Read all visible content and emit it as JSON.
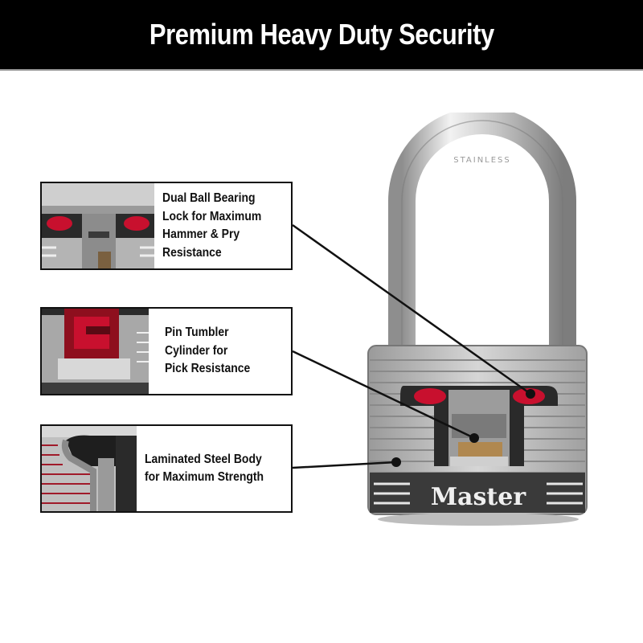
{
  "header": {
    "title": "Premium Heavy Duty Security",
    "background": "#000000",
    "text_color": "#ffffff"
  },
  "callouts": [
    {
      "id": "dual-ball-bearing",
      "text": "Dual Ball Bearing\nLock for Maximum\nHammer & Pry\nResistance",
      "image": "ball-bearing-closeup"
    },
    {
      "id": "pin-tumbler",
      "text": "Pin Tumbler\nCylinder for\nPick Resistance",
      "image": "pin-tumbler-closeup"
    },
    {
      "id": "laminated-body",
      "text": "Laminated Steel Body\nfor Maximum Strength",
      "image": "laminated-steel-closeup"
    }
  ],
  "product": {
    "brand_label": "Master",
    "shackle_engraving": "STAINLESS",
    "accent_red": "#c8102e",
    "body_steel": "#b8b8b8",
    "band_dark": "#3a3a3a"
  }
}
